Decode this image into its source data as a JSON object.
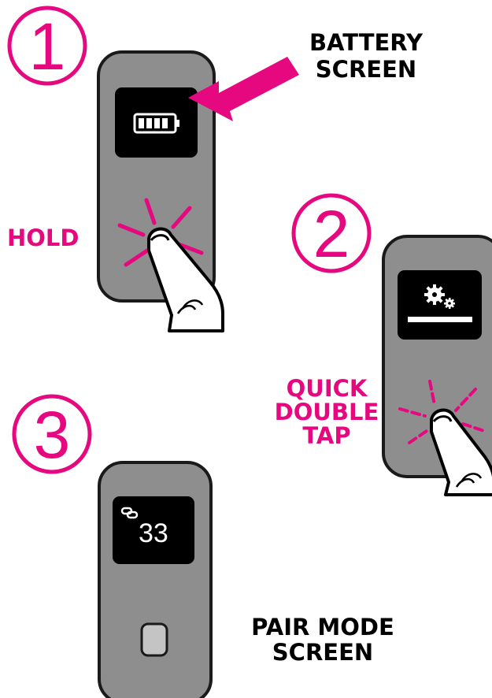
{
  "steps": [
    {
      "number": "1",
      "action_label": "HOLD",
      "callout_line1": "BATTERY",
      "callout_line2": "SCREEN",
      "screen_icon": "battery-icon"
    },
    {
      "number": "2",
      "action_line1": "QUICK",
      "action_line2": "DOUBLE",
      "action_line3": "TAP",
      "screen_icon": "gears-icon"
    },
    {
      "number": "3",
      "screen_value": "33",
      "screen_icon": "link-icon",
      "caption_line1": "PAIR MODE",
      "caption_line2": "SCREEN"
    }
  ],
  "colors": {
    "accent": "#e5087f",
    "device": "#8e8e8e",
    "device_outline": "#1a1a1a",
    "screen": "#000000",
    "button": "#c4c4c4"
  }
}
